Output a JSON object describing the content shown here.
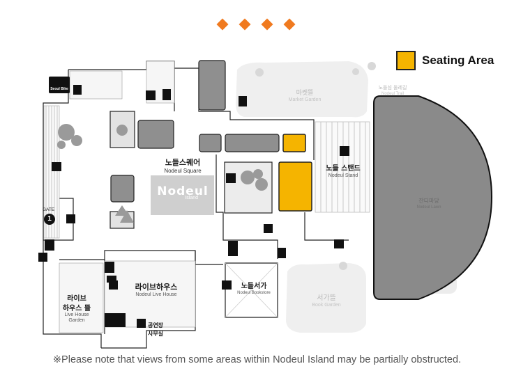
{
  "legend": {
    "seating_area_label": "Seating Area",
    "seating_color": "#f5b400"
  },
  "colors": {
    "accent_diamonds": "#f07a1f",
    "stage_gray": "#8a8a8a",
    "outline": "#222222"
  },
  "decor": {
    "diamond_count": 4
  },
  "areas": {
    "nodeul_square": {
      "ko": "노들스퀘어",
      "en": "Nodeul Square"
    },
    "nodeul_stand": {
      "ko": "노들 스탠드",
      "en": "Nodeul Stand"
    },
    "live_house": {
      "ko": "라이브하우스",
      "en": "Nodeul Live House"
    },
    "live_house_garden": {
      "ko": "라이브\n하우스 뜰",
      "en": "Live House\nGarden"
    },
    "bookstore": {
      "ko": "노들서가",
      "en": "Nodeul Bookstore"
    },
    "office": {
      "ko": "공연장\n사무실"
    },
    "market_garden": {
      "ko": "마켓뜰",
      "en": "Market Garden"
    },
    "nodeul_trail": {
      "ko": "노들섬 둘레길",
      "en": "Nodeul Trail"
    },
    "lawn": {
      "ko": "잔디마당",
      "en": "Nodeul Lawn"
    },
    "book_garden": {
      "ko": "서가뜰",
      "en": "Book Garden"
    }
  },
  "logo_text": "Nodeul",
  "logo_sub": "Island",
  "gate": {
    "label": "GATE",
    "number": "1"
  },
  "seoul_bike_label": "Seoul Bike",
  "footnote": "※Please note that views from some areas within Nodeul Island may be partially obstructed."
}
